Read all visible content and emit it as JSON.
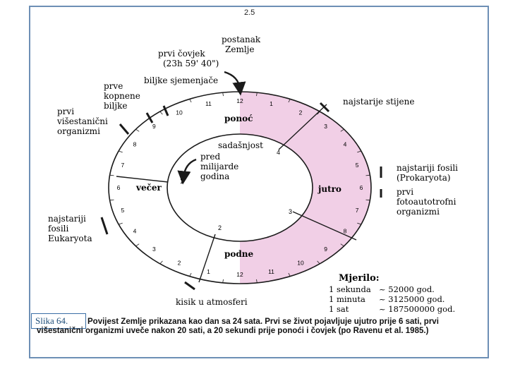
{
  "page_number": "2.5",
  "labels": {
    "postanak": "postanak",
    "zemlje": "Zemlje",
    "prvi_covjek": "prvi čovjek",
    "time_covjek": "(23h 59' 40\")",
    "biljke_sjemenjace": "biljke sjemenjače",
    "prve": "prve",
    "kopnene": "kopnene",
    "biljke": "biljke",
    "prvi": "prvi",
    "visestanicni": "višestanični",
    "organizmi": "organizmi",
    "najstarije_stijene": "najstarije stijene",
    "najstariji_fosili": "najstariji fosili",
    "prokaryota": "(Prokaryota)",
    "prvi2": "prvi",
    "fotoautotrofni": "fotoautotrofni",
    "organizmi2": "organizmi",
    "najstariji": "najstariji",
    "fosili": "fosili",
    "eukaryota": "Eukaryota",
    "kisik": "kisik u atmosferi",
    "ponoc": "ponoć",
    "jutro": "jutro",
    "podne": "podne",
    "vecer": "večer",
    "sadasnjost": "sadašnjost",
    "pred": "pred",
    "milijarde": "milijarde",
    "godina": "godina"
  },
  "inner_numbers": [
    "1",
    "2",
    "3",
    "4"
  ],
  "outer_hours": [
    "12",
    "1",
    "2",
    "3",
    "4",
    "5",
    "6",
    "7",
    "8",
    "9",
    "10",
    "11",
    "12",
    "1",
    "2",
    "3",
    "4",
    "5",
    "6",
    "7",
    "8",
    "9",
    "10",
    "11"
  ],
  "scale": {
    "title": "Mjerilo:",
    "rows": [
      {
        "unit": "1 sekunda",
        "value": "~ 52000 god."
      },
      {
        "unit": "1 minuta",
        "value": "~ 3125000 god."
      },
      {
        "unit": "1 sat",
        "value": "~ 187500000 god."
      }
    ]
  },
  "caption_label": "Slika 64.",
  "caption_text": "Povijest Zemlje prikazana kao dan sa 24 sata. Prvi se život pojavljuje ujutro prije 6 sati, prvi višestanični organizmi uveče nakon 20 sati, a 20 sekundi prije ponoći i čovjek (po Ravenu et al. 1985.)",
  "colors": {
    "pink": "#f1cfe6",
    "ink": "#1a1a1a",
    "frame": "#6d8fb5"
  }
}
